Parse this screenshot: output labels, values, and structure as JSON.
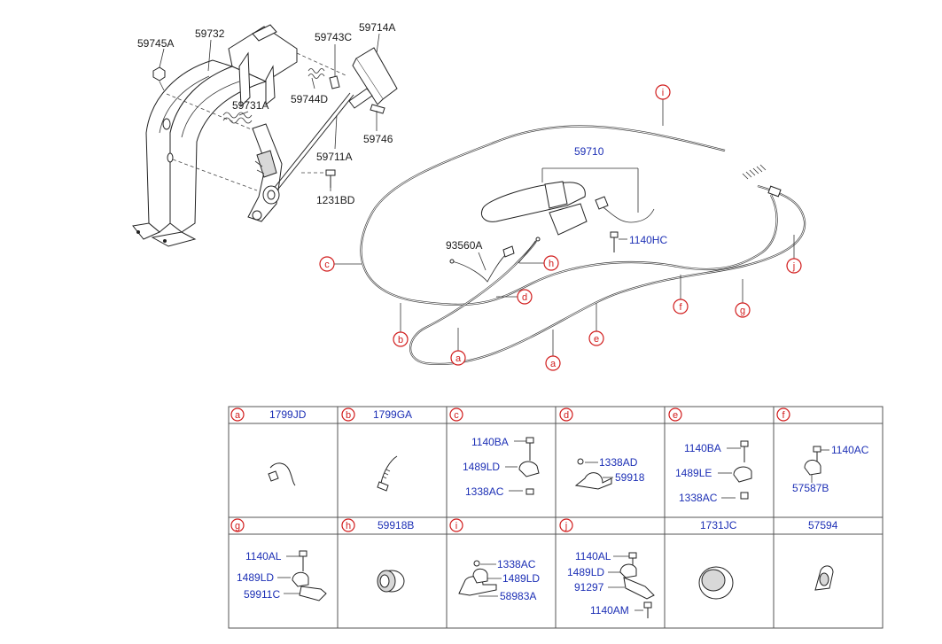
{
  "main_labels": {
    "l59745A": "59745A",
    "l59732": "59732",
    "l59743C": "59743C",
    "l59714A": "59714A",
    "l59744D": "59744D",
    "l59731A": "59731A",
    "l59746": "59746",
    "l59711A": "59711A",
    "l1231BD": "1231BD",
    "l59710": "59710",
    "l1140HC": "1140HC",
    "l93560A": "93560A"
  },
  "cable_refs": {
    "i": "i",
    "c": "c",
    "h": "h",
    "d": "d",
    "b": "b",
    "a1": "a",
    "a2": "a",
    "e": "e",
    "f": "f",
    "g": "g",
    "j": "j"
  },
  "table": {
    "cells": [
      {
        "ref": "a",
        "code": "1799JD",
        "parts": []
      },
      {
        "ref": "b",
        "code": "1799GA",
        "parts": []
      },
      {
        "ref": "c",
        "code": "",
        "parts": [
          "1140BA",
          "1489LD",
          "1338AC"
        ]
      },
      {
        "ref": "d",
        "code": "",
        "parts": [
          "1338AD",
          "59918"
        ]
      },
      {
        "ref": "e",
        "code": "",
        "parts": [
          "1140BA",
          "1489LE",
          "1338AC"
        ]
      },
      {
        "ref": "f",
        "code": "",
        "parts": [
          "1140AC",
          "57587B"
        ]
      },
      {
        "ref": "g",
        "code": "",
        "parts": [
          "1140AL",
          "1489LD",
          "59911C"
        ]
      },
      {
        "ref": "h",
        "code": "59918B",
        "parts": []
      },
      {
        "ref": "i",
        "code": "",
        "parts": [
          "1338AC",
          "1489LD",
          "58983A"
        ]
      },
      {
        "ref": "j",
        "code": "",
        "parts": [
          "1140AL",
          "1489LD",
          "91297",
          "1140AM"
        ]
      },
      {
        "ref": "",
        "code": "1731JC",
        "parts": []
      },
      {
        "ref": "",
        "code": "57594",
        "parts": []
      }
    ]
  }
}
